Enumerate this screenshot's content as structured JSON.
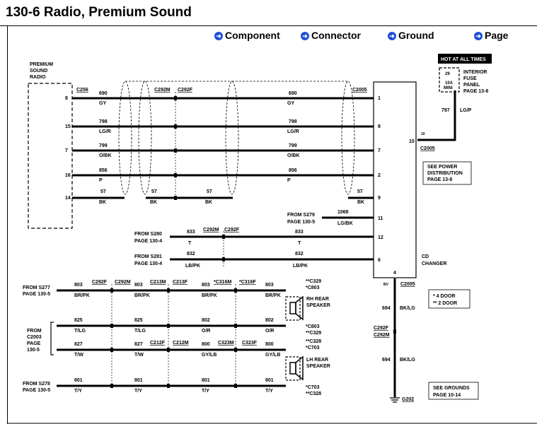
{
  "title": "130-6 Radio, Premium Sound",
  "nav": [
    {
      "label": "Component"
    },
    {
      "label": "Connector"
    },
    {
      "label": "Ground"
    },
    {
      "label": "Page"
    }
  ],
  "radio": {
    "label_1": "PREMIUM",
    "label_2": "SOUND",
    "label_3": "RADIO",
    "connector": "C256"
  },
  "cd_changer": {
    "label_1": "CD",
    "label_2": "CHANGER"
  },
  "connectors": {
    "c292m": "C292M",
    "c292f": "C292F",
    "c2005": "C2005",
    "c213m": "C213M",
    "c213f": "C213F",
    "c316m": "*C316M",
    "c316f": "*C316F",
    "c212f": "C212F",
    "c212m": "C212M",
    "c323m": "C323M",
    "c323f": "C323F"
  },
  "radio_circuits": [
    {
      "pin": "8",
      "circuit": "690",
      "color": "GY",
      "cd_pin": "1"
    },
    {
      "pin": "15",
      "circuit": "798",
      "color": "LG/R",
      "cd_pin": "8"
    },
    {
      "pin": "7",
      "circuit": "799",
      "color": "O/BK",
      "cd_pin": "7"
    },
    {
      "pin": "16",
      "circuit": "856",
      "color": "P",
      "cd_pin": "2"
    },
    {
      "pin": "14",
      "circuit": "57",
      "color": "BK",
      "cd_pin": "9"
    }
  ],
  "fuse": {
    "hot_label": "HOT AT ALL TIMES",
    "fuse_num": "29",
    "fuse_amps": "10A",
    "fuse_mini": "MINI",
    "panel_1": "INTERIOR",
    "panel_2": "FUSE",
    "panel_3": "PANEL",
    "panel_page": "PAGE  13-8",
    "circuit": "797",
    "color": "LG/P",
    "cd_pin": "10",
    "pin_small": "10",
    "connector": "C2005"
  },
  "power_note": {
    "line1": "SEE  POWER",
    "line2": "DISTRIBUTION",
    "line3": "PAGE  13-8"
  },
  "s279": {
    "from": "FROM  S279",
    "page": "PAGE  130-5",
    "circuit": "1068",
    "color": "LG/BK",
    "cd_pin": "11"
  },
  "s280": {
    "from": "FROM  S280",
    "page": "PAGE  130-4",
    "circuit": "833",
    "color": "T",
    "cd_pin": "12"
  },
  "s281": {
    "from": "FROM  S281",
    "page": "PAGE  130-4",
    "circuit": "832",
    "color": "LB/PK",
    "cd_pin": "6"
  },
  "speaker_circuits": [
    {
      "circuit": "803",
      "color": "BR/PK"
    },
    {
      "circuit": "825",
      "color": "T/LG"
    },
    {
      "circuit": "802",
      "color": "O/R"
    },
    {
      "circuit": "827",
      "color": "T/W"
    },
    {
      "circuit": "800",
      "color": "GY/LB"
    },
    {
      "circuit": "801",
      "color": "T/Y"
    }
  ],
  "speaker_sources": {
    "s277": "FROM  S277",
    "s277_page": "PAGE  130-5",
    "c2003_1": "FROM",
    "c2003_2": "C2003",
    "c2003_3": "PAGE",
    "c2003_4": "130-5",
    "s278": "FROM  S278",
    "s278_page": "PAGE  130-5"
  },
  "speakers": {
    "rh_1": "RH  REAR",
    "rh_2": "SPEAKER",
    "lh_1": "LH  REAR",
    "lh_2": "SPEAKER",
    "c329": "**C329",
    "c803": "*C803",
    "c328": "**C328",
    "c703": "*C703"
  },
  "legend": {
    "line1": "*   4  DOOR",
    "line2": "**  2  DOOR"
  },
  "ground": {
    "cd_pin": "4",
    "pin_small": "BV",
    "circuit": "694",
    "color": "BK/LG",
    "id": "G202",
    "c292f": "C292F",
    "c292m": "C292M",
    "c2005": "C2005"
  },
  "grounds_note": {
    "line1": "SEE  GROUNDS",
    "line2": "PAGE  10-14"
  }
}
